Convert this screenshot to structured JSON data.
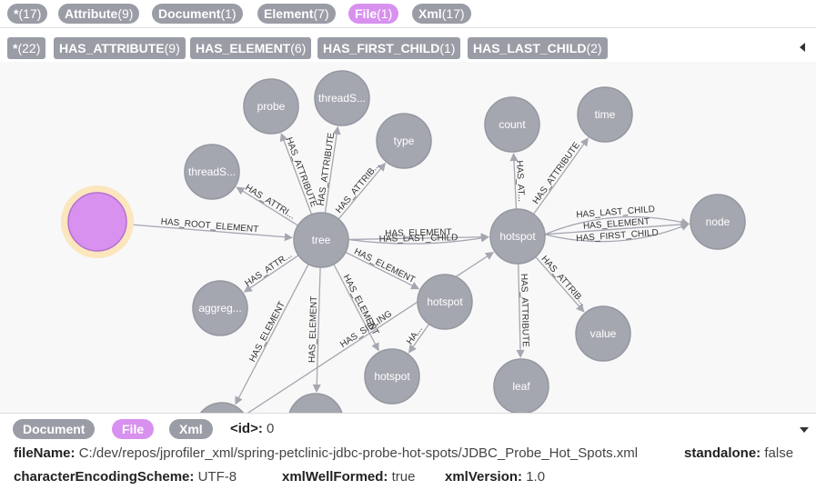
{
  "node_labels": [
    {
      "name": "*",
      "count": "(17)",
      "color": "#9a9da6"
    },
    {
      "name": "Attribute",
      "count": "(9)",
      "color": "#9a9da6"
    },
    {
      "name": "Document",
      "count": "(1)",
      "color": "#9a9da6"
    },
    {
      "name": "Element",
      "count": "(7)",
      "color": "#9a9da6"
    },
    {
      "name": "File",
      "count": "(1)",
      "color": "#d891ef"
    },
    {
      "name": "Xml",
      "count": "(17)",
      "color": "#9a9da6"
    }
  ],
  "rel_types": [
    {
      "name": "*",
      "count": "(22)"
    },
    {
      "name": "HAS_ATTRIBUTE",
      "count": "(9)"
    },
    {
      "name": "HAS_ELEMENT",
      "count": "(6)"
    },
    {
      "name": "HAS_FIRST_CHILD",
      "count": "(1)"
    },
    {
      "name": "HAS_LAST_CHILD",
      "count": "(2)"
    }
  ],
  "graph": {
    "colors": {
      "node": "#a5a7b0",
      "node_stroke": "#9597a0",
      "selected": "#d891ef",
      "selected_ring": "#fbe6bd",
      "edge": "#a5a7b0",
      "edge_label": "#333333"
    },
    "nodes": [
      {
        "id": "file",
        "label": "",
        "selected": true
      },
      {
        "id": "tree",
        "label": "tree"
      },
      {
        "id": "probe",
        "label": "probe"
      },
      {
        "id": "threadS2",
        "label": "threadS..."
      },
      {
        "id": "type",
        "label": "type"
      },
      {
        "id": "threadS1",
        "label": "threadS..."
      },
      {
        "id": "aggreg",
        "label": "aggreg..."
      },
      {
        "id": "hotspot_main",
        "label": "hotspot"
      },
      {
        "id": "hotspot_mid",
        "label": "hotspot"
      },
      {
        "id": "hotspot_low",
        "label": "hotspot"
      },
      {
        "id": "bottom1",
        "label": ""
      },
      {
        "id": "bottom2",
        "label": ""
      },
      {
        "id": "count",
        "label": "count"
      },
      {
        "id": "time",
        "label": "time"
      },
      {
        "id": "node",
        "label": "node"
      },
      {
        "id": "value",
        "label": "value"
      },
      {
        "id": "leaf",
        "label": "leaf"
      }
    ],
    "edges": [
      {
        "from": "file",
        "to": "tree",
        "label": "HAS_ROOT_ELEMENT"
      },
      {
        "from": "tree",
        "to": "probe",
        "label": "HAS_ATTRIBUTE"
      },
      {
        "from": "tree",
        "to": "threadS2",
        "label": "HAS_ATTRIBUTE"
      },
      {
        "from": "tree",
        "to": "type",
        "label": "HAS_ATTRIB..."
      },
      {
        "from": "tree",
        "to": "threadS1",
        "label": "HAS_ATTRI..."
      },
      {
        "from": "tree",
        "to": "aggreg",
        "label": "HAS_ATTR..."
      },
      {
        "from": "tree",
        "to": "hotspot_main",
        "label": "HAS_ELEMENT"
      },
      {
        "from": "tree",
        "to": "hotspot_main",
        "label": "HAS_LAST_CHILD"
      },
      {
        "from": "tree",
        "to": "hotspot_mid",
        "label": "HAS_ELEMENT"
      },
      {
        "from": "tree",
        "to": "hotspot_low",
        "label": "HAS_ELEMENT"
      },
      {
        "from": "tree",
        "to": "bottom1",
        "label": "HAS_ELEMENT"
      },
      {
        "from": "tree",
        "to": "bottom2",
        "label": "HAS_ELEMENT"
      },
      {
        "from": "bottom1",
        "to": "hotspot_main",
        "label": "HAS_SIBLING"
      },
      {
        "from": "hotspot_mid",
        "to": "hotspot_low",
        "label": "HA..."
      },
      {
        "from": "hotspot_main",
        "to": "count",
        "label": "HAS_AT..."
      },
      {
        "from": "hotspot_main",
        "to": "time",
        "label": "HAS_ATTRIBUTE"
      },
      {
        "from": "hotspot_main",
        "to": "node",
        "label": "HAS_LAST_CHILD"
      },
      {
        "from": "hotspot_main",
        "to": "node",
        "label": "HAS_ELEMENT"
      },
      {
        "from": "hotspot_main",
        "to": "node",
        "label": "HAS_FIRST_CHILD"
      },
      {
        "from": "hotspot_main",
        "to": "value",
        "label": "HAS_ATTRIB..."
      },
      {
        "from": "hotspot_main",
        "to": "leaf",
        "label": "HAS_ATTRIBUTE"
      }
    ]
  },
  "details": {
    "labels": [
      {
        "name": "Document",
        "color": "#9a9da6"
      },
      {
        "name": "File",
        "color": "#d891ef"
      },
      {
        "name": "Xml",
        "color": "#9a9da6"
      }
    ],
    "id_key": "<id>:",
    "id_value": "0",
    "props": [
      {
        "key": "fileName:",
        "value": "C:/dev/repos/jprofiler_xml/spring-petclinic-jdbc-probe-hot-spots/JDBC_Probe_Hot_Spots.xml"
      },
      {
        "key": "standalone:",
        "value": "false"
      },
      {
        "key": "characterEncodingScheme:",
        "value": "UTF-8"
      },
      {
        "key": "xmlWellFormed:",
        "value": "true"
      },
      {
        "key": "xmlVersion:",
        "value": "1.0"
      }
    ]
  }
}
